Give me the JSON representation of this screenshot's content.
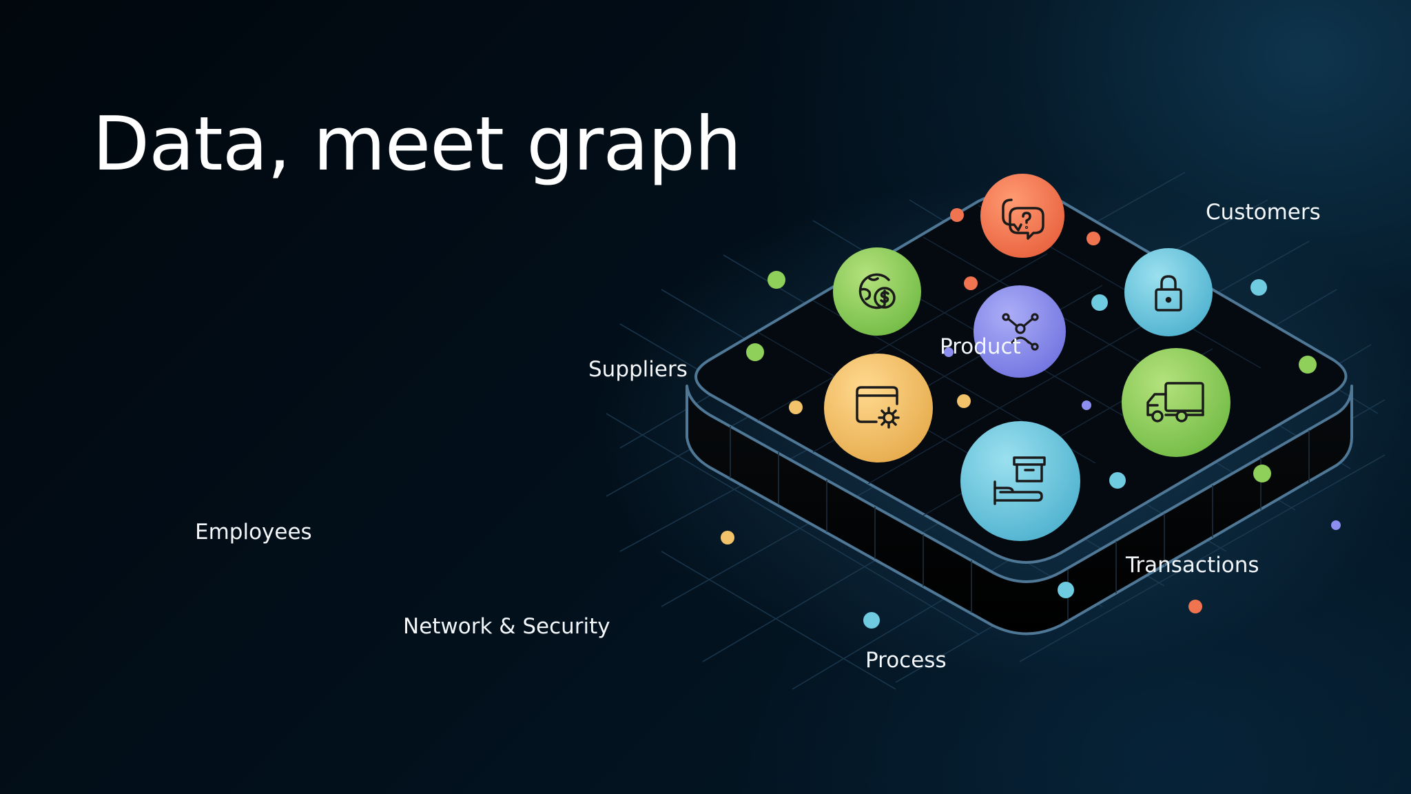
{
  "slide": {
    "title": "Data, meet graph"
  },
  "labels": {
    "customers": "Customers",
    "suppliers": "Suppliers",
    "product": "Product",
    "employees": "Employees",
    "network_security": "Network & Security",
    "transactions": "Transactions",
    "process": "Process"
  },
  "nodes": [
    {
      "icon": "chat-question-icon",
      "color": "#f0744f"
    },
    {
      "icon": "globe-dollar-icon",
      "color": "#8fd05a"
    },
    {
      "icon": "lock-icon",
      "color": "#6fcbe0"
    },
    {
      "icon": "network-person-icon",
      "color": "#8c8ef0"
    },
    {
      "icon": "browser-settings-icon",
      "color": "#f2c36a"
    },
    {
      "icon": "delivery-truck-icon",
      "color": "#84cc56"
    },
    {
      "icon": "hand-box-icon",
      "color": "#66c1dc"
    }
  ],
  "colors": {
    "background": "#02101c",
    "platform_edge": "#4f7796",
    "grid_line": "#1e3a50",
    "orange": "#f0744f",
    "green": "#8fd05a",
    "cyan": "#6fcbe0",
    "purple": "#8c8ef0",
    "yellow": "#f2c36a"
  }
}
